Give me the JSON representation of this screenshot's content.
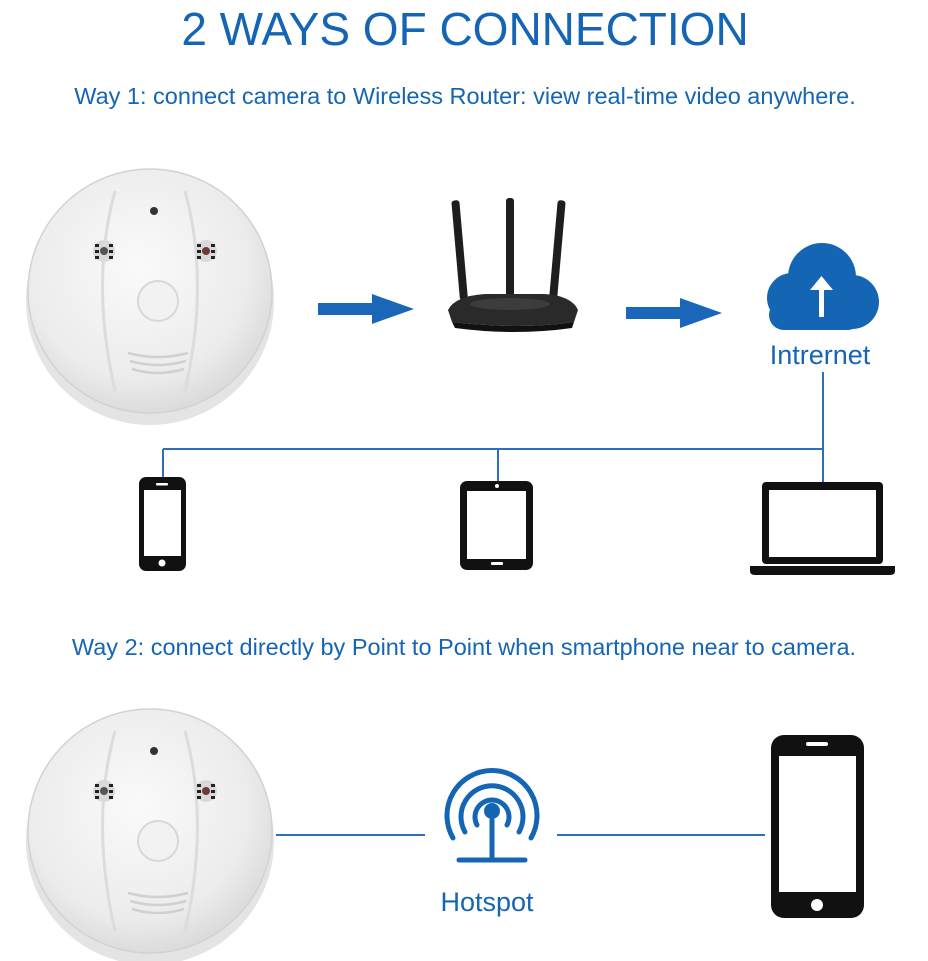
{
  "title": "2 WAYS OF CONNECTION",
  "way1": {
    "text": "Way 1: connect camera to Wireless Router: view real-time video anywhere.",
    "internet_label": "Intrernet"
  },
  "way2": {
    "text": "Way 2: connect directly by Point to Point when smartphone near to camera.",
    "hotspot_label": "Hotspot"
  },
  "colors": {
    "accent": "#1565b5",
    "arrow": "#1a66b8",
    "device": "#111111",
    "camera_body": "#f0f0f0"
  },
  "icons": [
    "smoke-detector-camera-icon",
    "router-icon",
    "cloud-upload-icon",
    "smartphone-icon",
    "tablet-icon",
    "laptop-icon",
    "hotspot-icon"
  ]
}
